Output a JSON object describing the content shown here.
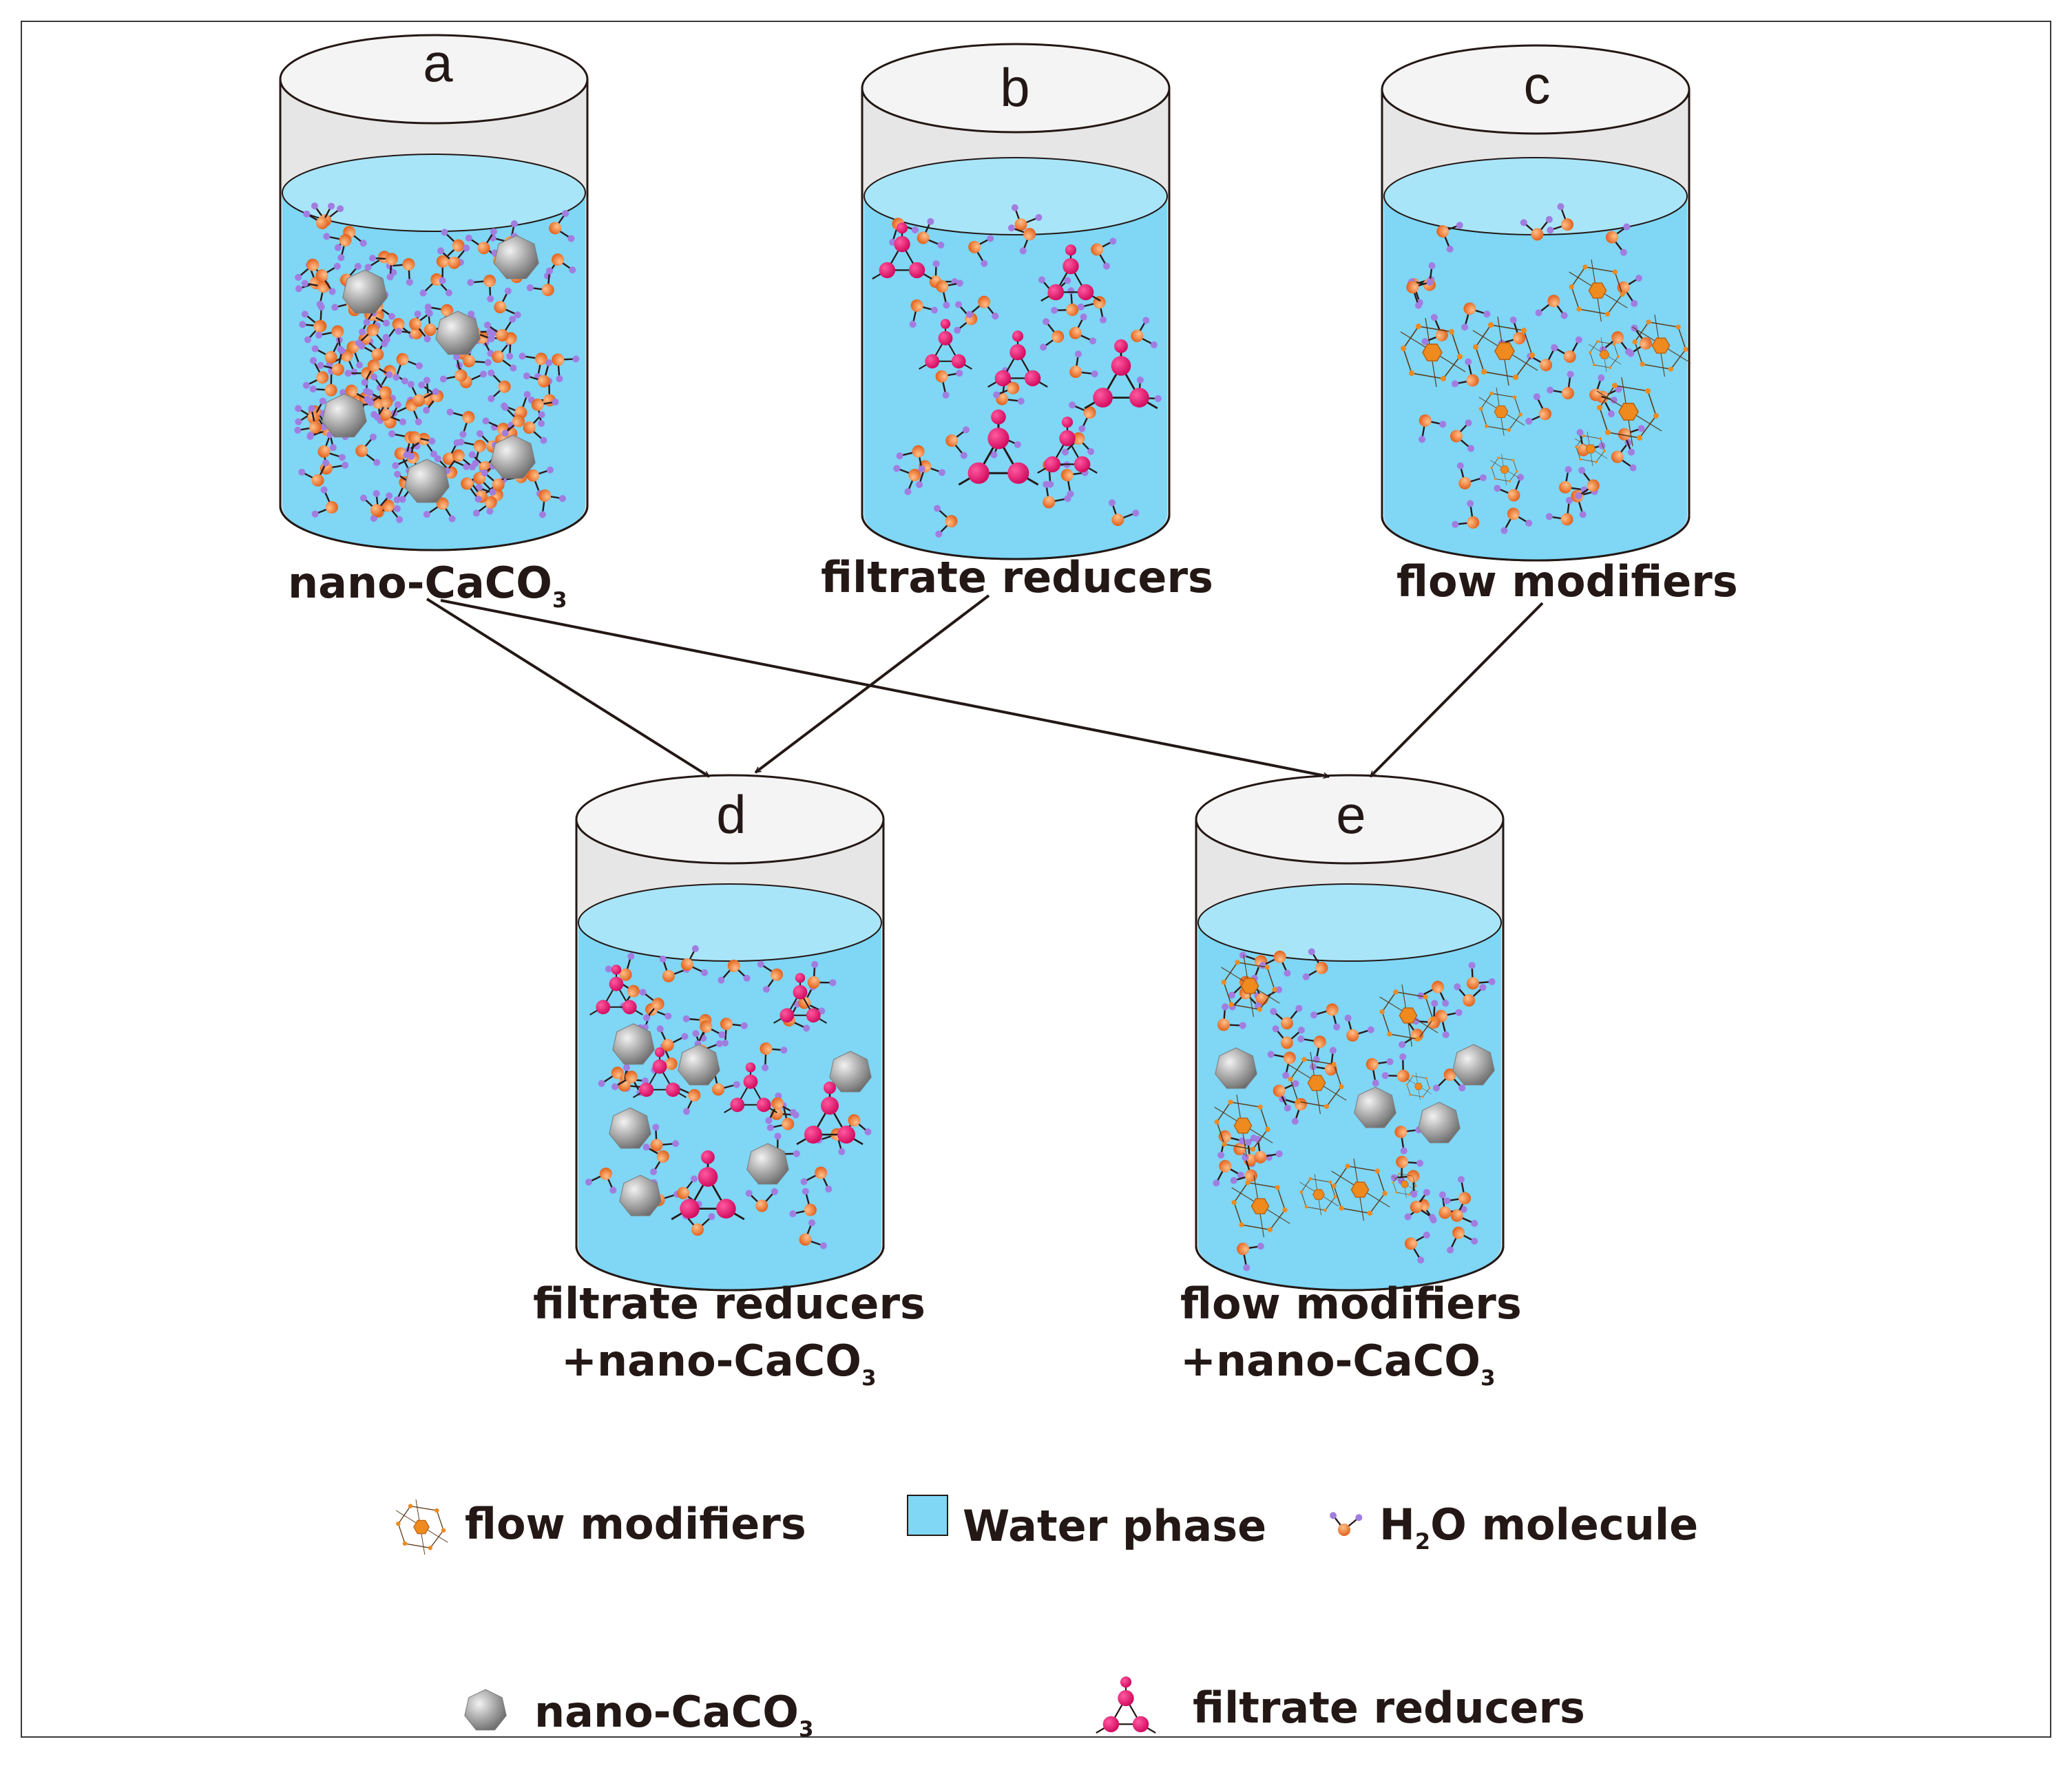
{
  "beakers": {
    "a": {
      "letter": "a",
      "label": "nano-CaCO",
      "sub": "3"
    },
    "b": {
      "letter": "b",
      "label": "filtrate reducers"
    },
    "c": {
      "letter": "c",
      "label": "flow modifiers"
    },
    "d": {
      "letter": "d",
      "label1": "filtrate reducers",
      "label2": "+nano-CaCO",
      "sub": "3"
    },
    "e": {
      "letter": "e",
      "label1": "flow modifiers",
      "label2": "+nano-CaCO",
      "sub": "3"
    }
  },
  "legend": {
    "flow_modifiers": "flow modifiers",
    "water_phase": "Water phase",
    "h2o_pre": "H",
    "h2o_sub": "2",
    "h2o_post": "O molecule",
    "nano_caco3": "nano-CaCO",
    "nano_caco3_sub": "3",
    "filtrate_reducers": "filtrate reducers"
  },
  "colors": {
    "water": "#7fd6f5",
    "water_top": "#a9e5f9",
    "glass": "#e6e6e6",
    "oxygen": "#f47a2a",
    "hydrogen": "#a17de0",
    "filtrate": "#e3186f",
    "flow_orange": "#ef8a1e",
    "caco3": "#a9a9a9"
  }
}
